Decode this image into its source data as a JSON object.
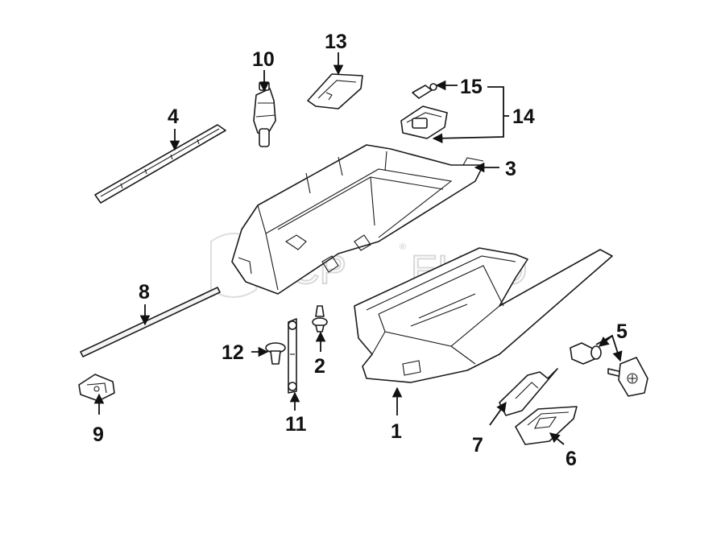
{
  "watermark": {
    "brand_left": "FCP",
    "brand_right": "EURO",
    "registered": "®"
  },
  "callouts": {
    "c1": "1",
    "c2": "2",
    "c3": "3",
    "c4": "4",
    "c5": "5",
    "c6": "6",
    "c7": "7",
    "c8": "8",
    "c9": "9",
    "c10": "10",
    "c11": "11",
    "c12": "12",
    "c13": "13",
    "c14": "14",
    "c15": "15"
  }
}
